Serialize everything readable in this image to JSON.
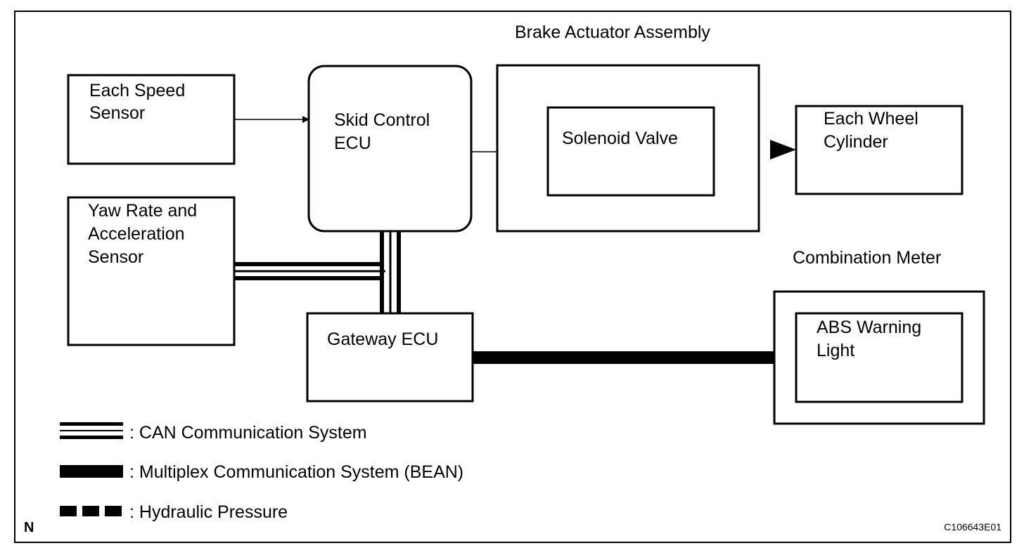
{
  "blocks": {
    "brake_actuator_title": "Brake Actuator Assembly",
    "each_speed_sensor": [
      "Each Speed",
      "Sensor"
    ],
    "skid_control_ecu": [
      "Skid Control",
      "ECU"
    ],
    "solenoid_valve": "Solenoid Valve",
    "each_wheel_cylinder": [
      "Each Wheel",
      "Cylinder"
    ],
    "yaw_rate_sensor": [
      "Yaw Rate and",
      "Acceleration",
      "Sensor"
    ],
    "gateway_ecu": "Gateway ECU",
    "combination_meter_title": "Combination Meter",
    "abs_warning_light": [
      "ABS Warning",
      "Light"
    ]
  },
  "legend": {
    "can": ": CAN Communication System",
    "bean": ": Multiplex Communication System (BEAN)",
    "hydraulic": ": Hydraulic Pressure"
  },
  "footer": {
    "corner_mark": "N",
    "figure_code": "C106643E01"
  }
}
